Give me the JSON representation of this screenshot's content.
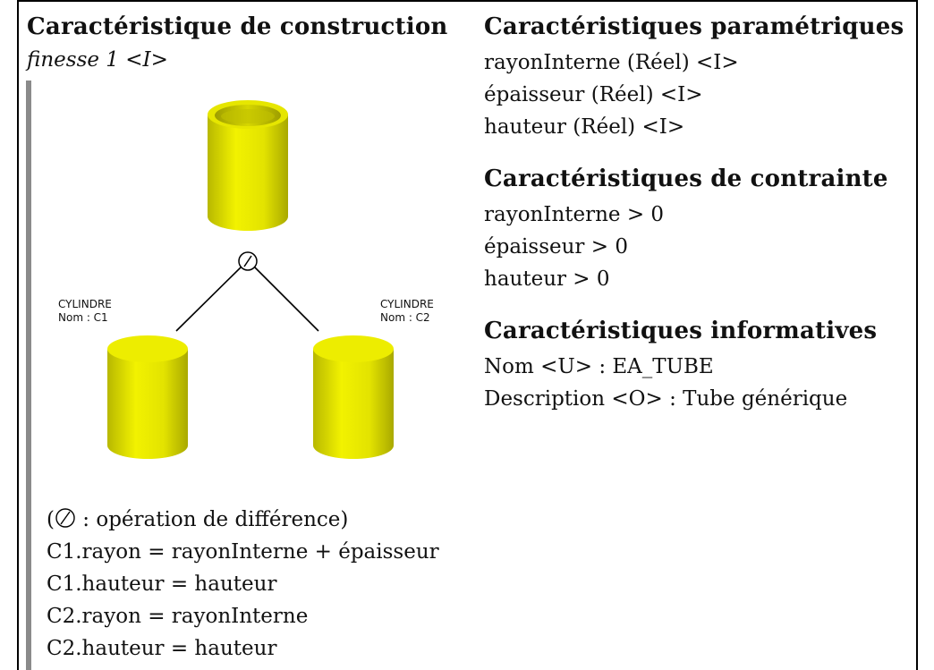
{
  "construction": {
    "title": "Caractéristique de construction",
    "subtitle": "finesse 1 <I>",
    "diagram": {
      "operation_icon": "difference-operator-icon",
      "left_label": [
        "CYLINDRE",
        "Nom : C1"
      ],
      "right_label": [
        "CYLINDRE",
        "Nom : C2"
      ],
      "cylinder_color": "#e8e800"
    },
    "legend": ": opération de différence)",
    "legend_open": "(",
    "formulas": [
      "C1.rayon = rayonInterne + épaisseur",
      "C1.hauteur = hauteur",
      "C2.rayon = rayonInterne",
      "C2.hauteur = hauteur"
    ]
  },
  "parametric": {
    "title": "Caractéristiques paramétriques",
    "lines": [
      "rayonInterne (Réel) <I>",
      "épaisseur (Réel) <I>",
      "hauteur (Réel) <I>"
    ]
  },
  "constraints": {
    "title": "Caractéristiques de contrainte",
    "lines": [
      "rayonInterne > 0",
      "épaisseur > 0",
      "hauteur > 0"
    ]
  },
  "informative": {
    "title": "Caractéristiques informatives",
    "lines": [
      "Nom <U> : EA_TUBE",
      "Description <O> : Tube générique"
    ]
  }
}
